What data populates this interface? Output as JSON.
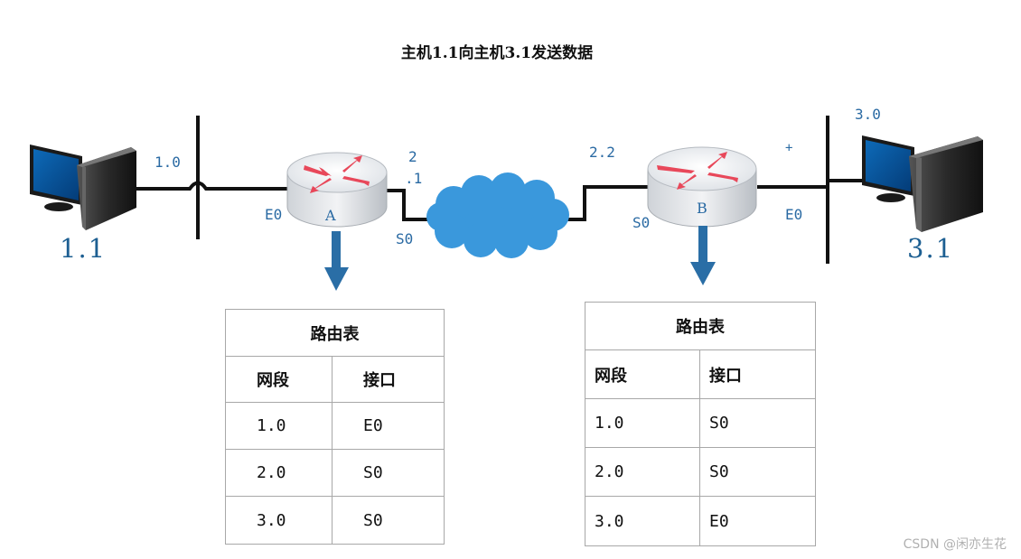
{
  "title": "主机1.1向主机3.1发送数据",
  "hosts": {
    "left": "1.1",
    "right": "3.1"
  },
  "routers": {
    "a": "A",
    "b": "B"
  },
  "labels": {
    "net1": "1.0",
    "e0_a": "E0",
    "s0_a": "S0",
    "addr_2": "2",
    "addr_1": ".1",
    "net22": "2.2",
    "s0_b": "S0",
    "e0_b": "E0",
    "net3": "3.0",
    "plus": "+"
  },
  "table_a": {
    "title": "路由表",
    "headers": [
      "网段",
      "接口"
    ],
    "rows": [
      [
        "1.0",
        "E0"
      ],
      [
        "2.0",
        "S0"
      ],
      [
        "3.0",
        "S0"
      ]
    ]
  },
  "table_b": {
    "title": "路由表",
    "headers": [
      "网段",
      "接口"
    ],
    "rows": [
      [
        "1.0",
        "S0"
      ],
      [
        "2.0",
        "S0"
      ],
      [
        "3.0",
        "E0"
      ]
    ]
  },
  "watermark": "CSDN @闲亦生花",
  "colors": {
    "label": "#2a6aa3",
    "host": "#1d5f92",
    "cloud": "#3a98dc",
    "arrow_router": "#e8485a",
    "arrow_down": "#2a6ea6"
  },
  "icons": [
    "pc-icon",
    "router-icon",
    "cloud-icon",
    "down-arrow-icon"
  ]
}
